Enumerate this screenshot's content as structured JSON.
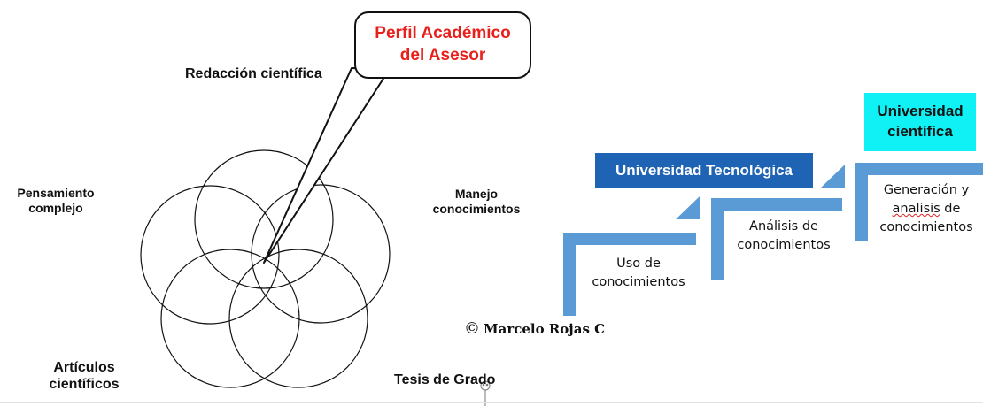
{
  "callout": {
    "line1": "Perfil Académico",
    "line2": "del Asesor"
  },
  "venn_labels": {
    "redaccion": "Redacción científica",
    "pensamiento_1": "Pensamiento",
    "pensamiento_2": "complejo",
    "manejo_1": "Manejo",
    "manejo_2": "conocimientos",
    "articulos_1": "Artículos",
    "articulos_2": "científicos",
    "tesis": "Tesis de Grado"
  },
  "staircase": {
    "boxes": {
      "tecnologica": "Universidad Tecnológica",
      "cientifica_1": "Universidad",
      "cientifica_2": "científica"
    },
    "steps": {
      "uso_1": "Uso de",
      "uso_2": "conocimientos",
      "analisis_1": "Análisis de",
      "analisis_2": "conocimientos",
      "generacion_1": "Generación y",
      "generacion_2": "analisis",
      "generacion_2b": " de",
      "generacion_3": "conocimientos"
    },
    "colors": {
      "step_blue": "#5b9bd5",
      "box_dark": "#1f63b4",
      "box_cyan": "#10f1f5"
    }
  },
  "copyright": {
    "symbol": "©",
    "text": "Marcelo Rojas C"
  },
  "colors": {
    "callout_text": "#e8201c"
  }
}
